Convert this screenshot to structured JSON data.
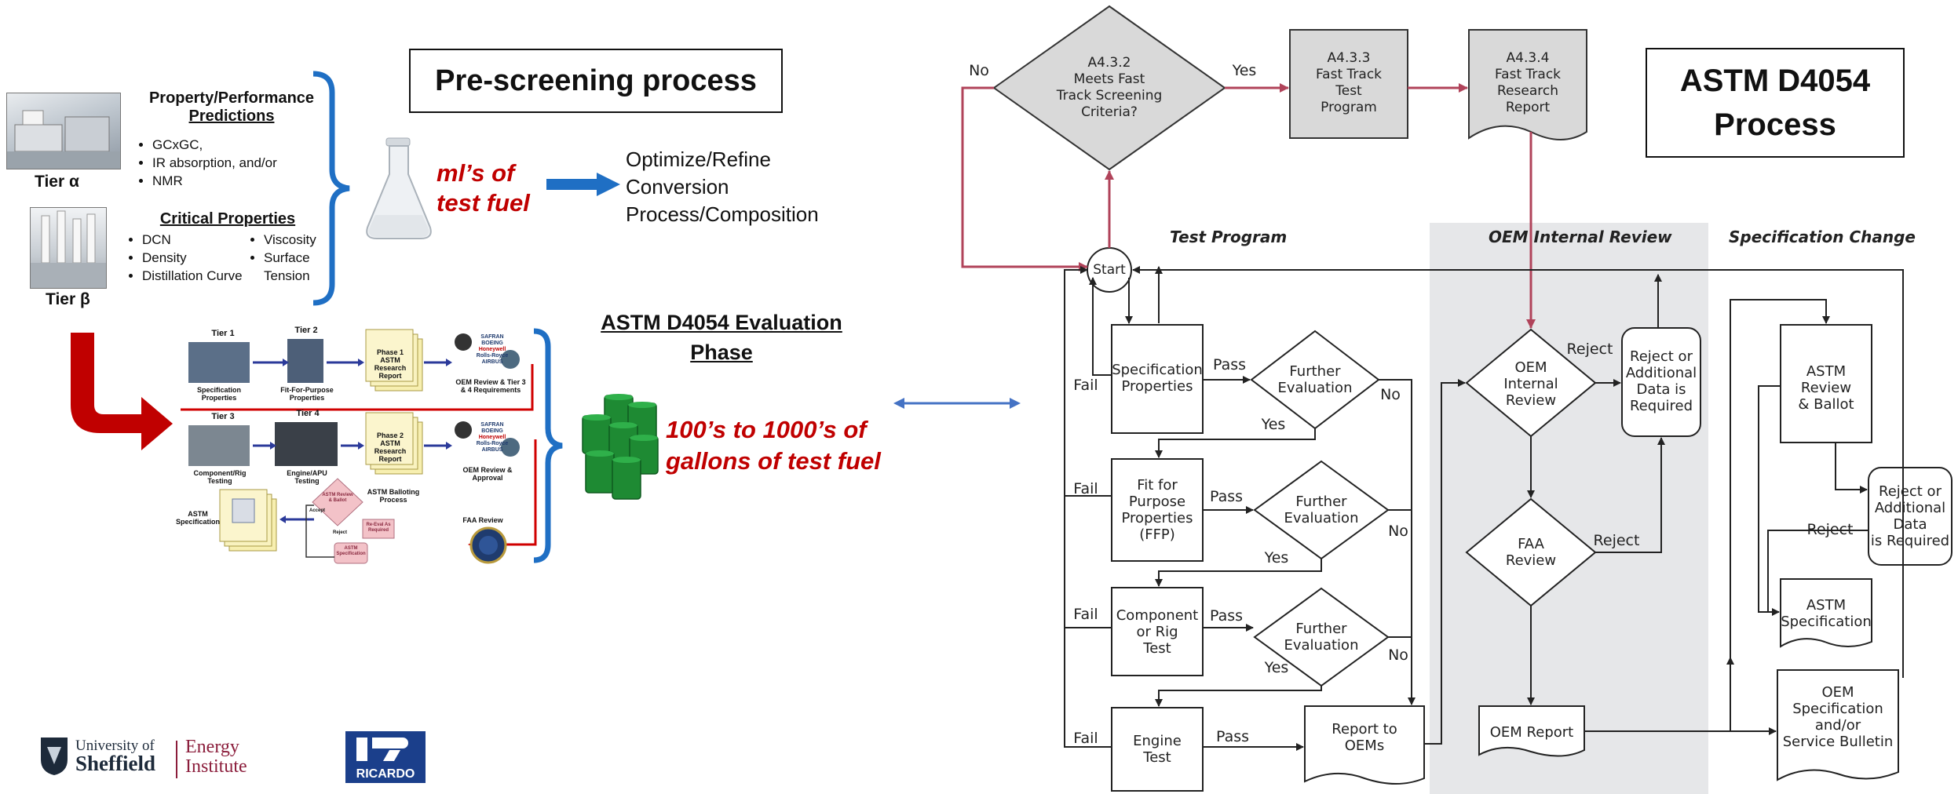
{
  "left": {
    "prescreen_title": "Pre-screening process",
    "tier_alpha": {
      "label": "Tier α",
      "heading_line1": "Property/Performance",
      "heading_line2": "Predictions",
      "bullets": [
        "GCxGC,",
        "IR absorption, and/or",
        "NMR"
      ]
    },
    "tier_beta": {
      "label": "Tier β",
      "heading": "Critical Properties",
      "bullets_col1": [
        "DCN",
        "Density",
        "Distillation Curve"
      ],
      "bullets_col2": [
        "Viscosity",
        "Surface Tension"
      ]
    },
    "flask_text_line1": "ml’s of",
    "flask_text_line2": "test fuel",
    "optimize_lines": [
      "Optimize/Refine",
      "Conversion",
      "Process/Composition"
    ],
    "eval_title_line1": "ASTM D4054 Evaluation",
    "eval_title_line2": "Phase",
    "gallons_line1": "100’s to 1000’s of",
    "gallons_line2": "gallons of test fuel",
    "mini": {
      "tier1": "Tier 1",
      "tier2": "Tier 2",
      "tier3": "Tier 3",
      "tier4": "Tier 4",
      "spec_props": "Specification Properties",
      "ffp_props": "Fit-For-Purpose Properties",
      "phase1": "Phase 1 ASTM Research Report",
      "oem_review_1": "OEM Review & Tier 3 & 4 Requirements",
      "comp_rig": "Component/Rig Testing",
      "engine_apu": "Engine/APU Testing",
      "phase2": "Phase 2 ASTM Research Report",
      "oem_review_2": "OEM Review & Approval",
      "astm_spec": "ASTM Specification",
      "astm_balloting": "ASTM Balloting Process",
      "faa_review": "FAA Review",
      "ballot_diamond": "ASTM Review & Ballot",
      "accept": "Accept",
      "reject": "Reject",
      "re_eval": "Re-Eval As Required",
      "astm_spec_small": "ASTM Specification",
      "logos": [
        "SAFRAN",
        "BOEING",
        "Honeywell",
        "Rolls-Royce",
        "AIRBUS"
      ]
    },
    "sheffield_line1": "University of",
    "sheffield_line2": "Sheffield",
    "energy_line1": "Energy",
    "energy_line2": "Institute",
    "ricardo": "RICARDO"
  },
  "right": {
    "title_line1": "ASTM D4054",
    "title_line2": "Process",
    "sections": {
      "test_program": "Test Program",
      "oem_review": "OEM Internal Review",
      "spec_change": "Specification Change"
    },
    "nodes": {
      "a432": "A4.3.2\nMeets Fast\nTrack Screening\nCriteria?",
      "a433": "A4.3.3\nFast Track\nTest\nProgram",
      "a434": "A4.3.4\nFast Track\nResearch\nReport",
      "start": "Start",
      "spec_props": "Specification\nProperties",
      "further1": "Further\nEvaluation",
      "ffp": "Fit for\nPurpose\nProperties\n(FFP)",
      "further2": "Further\nEvaluation",
      "comp_rig": "Component\nor Rig\nTest",
      "further3": "Further\nEvaluation",
      "engine": "Engine\nTest",
      "report_oems": "Report to\nOEMs",
      "oem_internal": "OEM\nInternal\nReview",
      "reject_add_1": "Reject or\nAdditional\nData is\nRequired",
      "faa": "FAA\nReview",
      "oem_report": "OEM Report",
      "astm_ballot": "ASTM\nReview\n& Ballot",
      "reject_add_2": "Reject or\nAdditional\nData\nis Required",
      "astm_spec": "ASTM\nSpecification",
      "oem_spec": "OEM\nSpecification\nand/or\nService Bulletin"
    },
    "edge_labels": {
      "no": "No",
      "yes": "Yes",
      "pass": "Pass",
      "fail": "Fail",
      "reject": "Reject"
    }
  },
  "colors": {
    "accent_red": "#c00000",
    "bracket_blue": "#1f6fc4",
    "arrow_red": "#b0435a",
    "node_gray": "#d9d9d9",
    "band_gray": "#e6e7e9",
    "double_arrow": "#4472c4"
  }
}
